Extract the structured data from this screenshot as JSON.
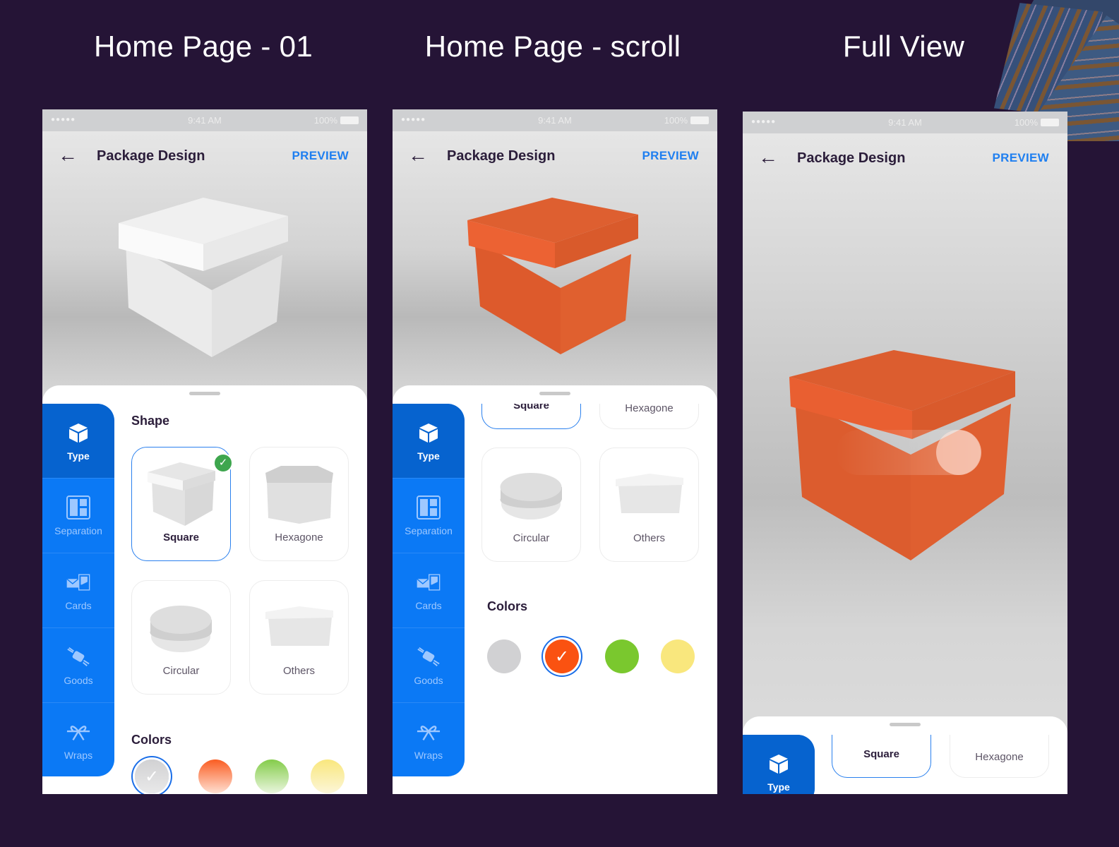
{
  "headings": {
    "screen1": "Home Page - 01",
    "screen2": "Home Page - scroll",
    "screen3": "Full View"
  },
  "status_bar": {
    "signal": "●●●●●",
    "time": "9:41 AM",
    "battery": "100%"
  },
  "navbar": {
    "back_icon": "←",
    "title": "Package Design",
    "preview_label": "PREVIEW"
  },
  "rail": {
    "items": [
      {
        "id": "type",
        "label": "Type",
        "icon": "cube-icon"
      },
      {
        "id": "separation",
        "label": "Separation",
        "icon": "layout-icon"
      },
      {
        "id": "cards",
        "label": "Cards",
        "icon": "cards-icon"
      },
      {
        "id": "goods",
        "label": "Goods",
        "icon": "candy-icon"
      },
      {
        "id": "wraps",
        "label": "Wraps",
        "icon": "bow-icon"
      }
    ]
  },
  "shape": {
    "title": "Shape",
    "options": [
      {
        "label": "Square",
        "selected": true
      },
      {
        "label": "Hexagone",
        "selected": false
      },
      {
        "label": "Circular",
        "selected": false
      },
      {
        "label": "Others",
        "selected": false
      }
    ],
    "check": "✓"
  },
  "colors": {
    "title": "Colors",
    "swatches": [
      {
        "name": "grey",
        "hex": "#d1d1d3"
      },
      {
        "name": "orange",
        "hex": "#fa5211"
      },
      {
        "name": "green",
        "hex": "#7ac82e"
      },
      {
        "name": "yellow",
        "hex": "#f9e77d"
      }
    ],
    "selected_screen1": "grey",
    "selected_screen2": "orange",
    "check": "✓"
  },
  "theme": {
    "background": "#251436",
    "accent": "#1f7ff0",
    "rail": "#0b79f5",
    "rail_active": "#0663cf",
    "box_orange": "#e0602f",
    "box_white": "#ececec"
  }
}
